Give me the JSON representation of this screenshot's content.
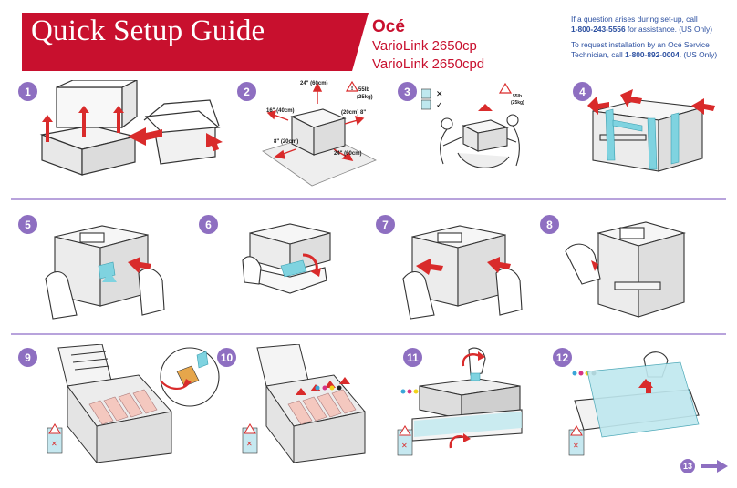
{
  "header": {
    "title": "Quick Setup Guide",
    "brand": "Océ",
    "model_1": "VarioLink 2650cp",
    "model_2": "VarioLink 2650cpd"
  },
  "help": {
    "line1_a": "If a question arises during set-up, call",
    "line1_phone": "1-800-243-5556",
    "line1_b": " for assistance. (US Only)",
    "line2_a": "To request installation by an Océ Service Technician, call ",
    "line2_phone": "1-800-892-0004",
    "line2_b": ". (US Only)"
  },
  "steps": [
    {
      "num": "1"
    },
    {
      "num": "2"
    },
    {
      "num": "3"
    },
    {
      "num": "4"
    },
    {
      "num": "5"
    },
    {
      "num": "6"
    },
    {
      "num": "7"
    },
    {
      "num": "8"
    },
    {
      "num": "9"
    },
    {
      "num": "10"
    },
    {
      "num": "11"
    },
    {
      "num": "12"
    }
  ],
  "step2_dims": {
    "top": "24\" (60cm)",
    "left": "16\" (40cm)",
    "right": "(20cm) 8\"",
    "bottom_left": "8\" (20cm)",
    "bottom_right": "24\" (60cm)",
    "weight_1": "55lb",
    "weight_2": "(25kg)"
  },
  "step3_weight": {
    "w1": "55lb",
    "w2": "(25kg)"
  },
  "footer": {
    "next_page": "13"
  },
  "colors": {
    "brand_red": "#c8102e",
    "step_purple": "#8e6fc1",
    "divider": "#b8a3dc",
    "arrow_red": "#d92b2b",
    "tape_cyan": "#7fd3e0"
  }
}
